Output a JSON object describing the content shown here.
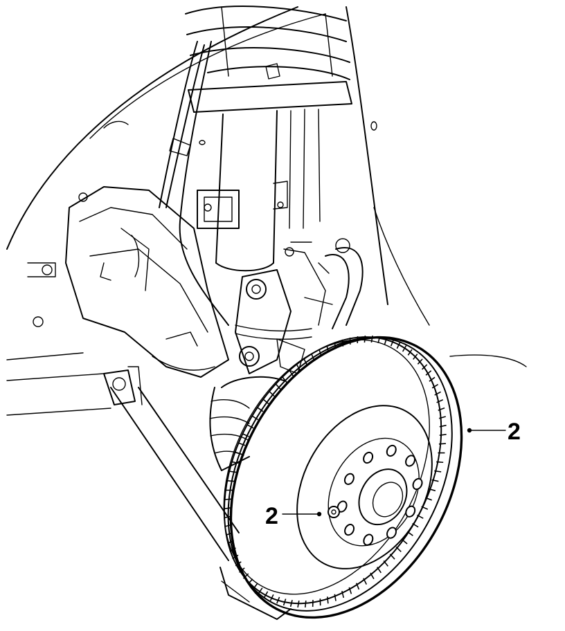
{
  "callouts": [
    {
      "label": "2",
      "target": "brake-disc-rim"
    },
    {
      "label": "2",
      "target": "brake-disc-retaining-screw"
    }
  ]
}
